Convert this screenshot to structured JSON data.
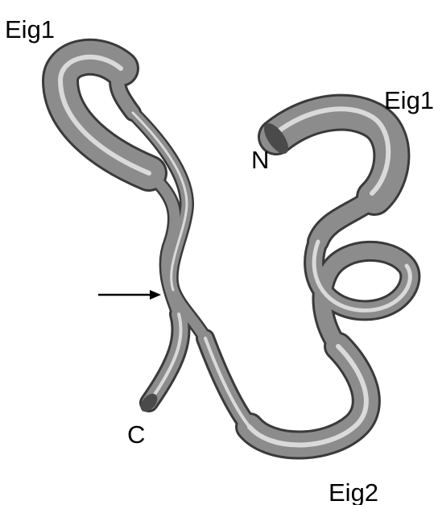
{
  "labels": {
    "eig1_top_left": "Eig1",
    "eig1_right": "Eig1",
    "eig2_bottom": "Eig2",
    "n_terminus": "N",
    "c_terminus": "C"
  },
  "colors": {
    "tube_dark": "#3a3a3a",
    "tube_mid": "#8a8a8a",
    "tube_light": "#ececec",
    "arrow": "#000000",
    "text": "#000000"
  }
}
